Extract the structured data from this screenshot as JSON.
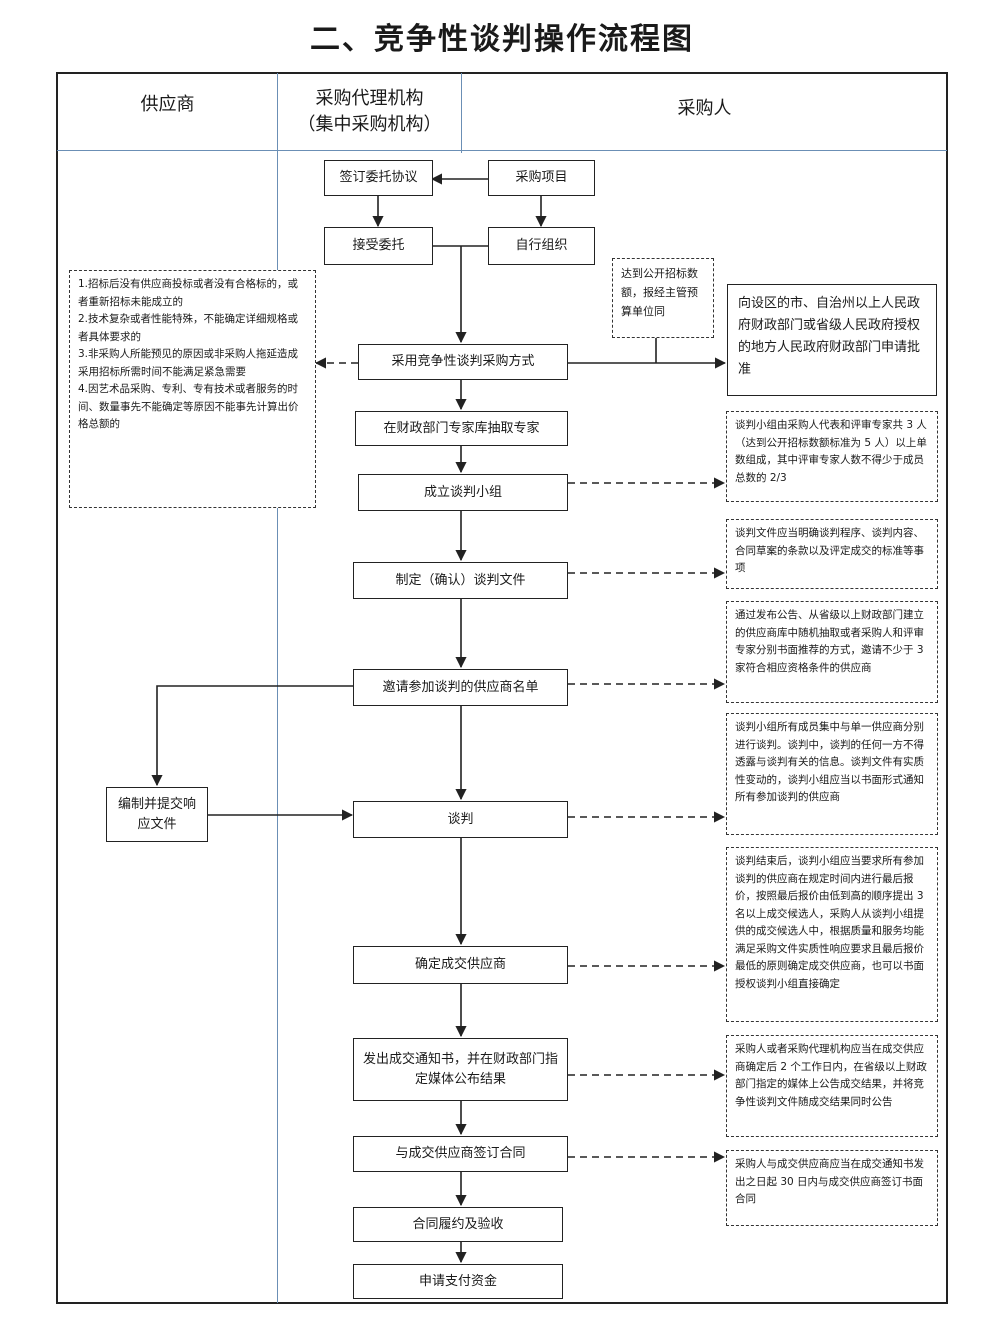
{
  "title": "二、竞争性谈判操作流程图",
  "lanes": {
    "supplier": "供应商",
    "agency_line1": "采购代理机构",
    "agency_line2": "（集中采购机构）",
    "purchaser": "采购人"
  },
  "steps": {
    "sign_agreement": "签订委托协议",
    "purchase_project": "采购项目",
    "accept_commission": "接受委托",
    "self_organize": "自行组织",
    "adopt_method": "采用竞争性谈判采购方式",
    "draw_experts": "在财政部门专家库抽取专家",
    "form_group": "成立谈判小组",
    "draft_docs": "制定（确认）谈判文件",
    "invite_list": "邀请参加谈判的供应商名单",
    "prepare_response": "编制并提交响应文件",
    "negotiate": "谈判",
    "confirm_supplier": "确定成交供应商",
    "issue_notice": "发出成交通知书，并在财政部门指定媒体公布结果",
    "sign_contract": "与成交供应商签订合同",
    "perform_accept": "合同履约及验收",
    "apply_payment": "申请支付资金"
  },
  "notes": {
    "conditions": [
      "1.招标后没有供应商投标或者没有合格标的，或者重新招标未能成立的",
      "2.技术复杂或者性能特殊，不能确定详细规格或者具体要求的",
      "3.非采购人所能预见的原因或非采购人拖延造成采用招标所需时间不能满足紧急需要",
      "4.因艺术品采购、专利、专有技术或者服务的时间、数量事先不能确定等原因不能事先计算出价格总额的"
    ],
    "threshold": "达到公开招标数额，报经主管预算单位同",
    "approval": "向设区的市、自治州以上人民政府财政部门或省级人民政府授权的地方人民政府财政部门申请批准",
    "group_composition": "谈判小组由采购人代表和评审专家共 3 人（达到公开招标数额标准为 5 人）以上单数组成，其中评审专家人数不得少于成员总数的 2/3",
    "doc_content": "谈判文件应当明确谈判程序、谈判内容、合同草案的条款以及评定成交的标准等事项",
    "invite_method": "通过发布公告、从省级以上财政部门建立的供应商库中随机抽取或者采购人和评审专家分别书面推荐的方式，邀请不少于 3 家符合相应资格条件的供应商",
    "negotiate_rule": "谈判小组所有成员集中与单一供应商分别进行谈判。谈判中，谈判的任何一方不得透露与谈判有关的信息。谈判文件有实质性变动的，谈判小组应当以书面形式通知所有参加谈判的供应商",
    "final_quote": "谈判结束后，谈判小组应当要求所有参加谈判的供应商在规定时间内进行最后报价，按照最后报价由低到高的顺序提出 3 名以上成交候选人，采购人从谈判小组提供的成交候选人中，根据质量和服务均能满足采购文件实质性响应要求且最后报价最低的原则确定成交供应商，也可以书面授权谈判小组直接确定",
    "notice_rule": "采购人或者采购代理机构应当在成交供应商确定后 2 个工作日内，在省级以上财政部门指定的媒体上公告成交结果，并将竞争性谈判文件随成交结果同时公告",
    "contract_rule": "采购人与成交供应商应当在成交通知书发出之日起 30 日内与成交供应商签订书面合同"
  }
}
